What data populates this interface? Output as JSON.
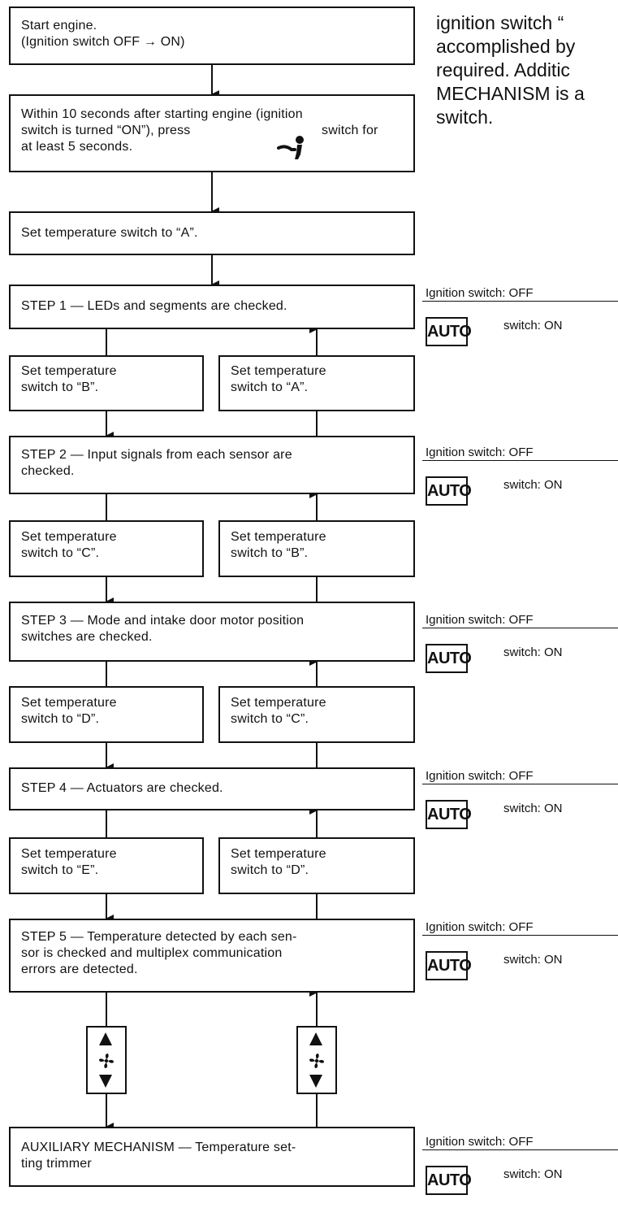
{
  "paragraph": [
    "ignition switch “",
    "accomplished by",
    "required. Additic",
    "MECHANISM is a",
    "switch."
  ],
  "boxes": {
    "start": "Start engine.\n(Ignition switch OFF → ON)",
    "within_a": "Within 10 seconds after starting engine (ignition\nswitch is turned “ON”), press",
    "within_b": "switch for",
    "within_c": "at least 5 seconds.",
    "set_a": "Set temperature switch to “A”.",
    "step1": "STEP 1 — LEDs and segments are checked.",
    "step1_l": "Set temperature\nswitch to “B”.",
    "step1_r": "Set temperature\nswitch to “A”.",
    "step2": "STEP 2 — Input signals from each sensor are\nchecked.",
    "step2_l": "Set temperature\nswitch to “C”.",
    "step2_r": "Set temperature\nswitch to “B”.",
    "step3": "STEP 3 — Mode and intake door motor position\nswitches are checked.",
    "step3_l": "Set temperature\nswitch to “D”.",
    "step3_r": "Set temperature\nswitch to “C”.",
    "step4": "STEP 4 — Actuators are checked.",
    "step4_l": "Set temperature\nswitch to “E”.",
    "step4_r": "Set temperature\nswitch to “D”.",
    "step5": "STEP 5 — Temperature detected by each sen-\nsor is checked and multiplex communication\nerrors are detected.",
    "aux": "AUXILIARY MECHANISM — Temperature set-\nting trimmer"
  },
  "side": {
    "ignition": "Ignition switch: OFF",
    "auto": "AUTO",
    "switch_on": "switch: ON"
  },
  "icons": {
    "press_switch": "occupant-seat-icon",
    "fan_up_down": "fan-up-down-button-icon"
  }
}
